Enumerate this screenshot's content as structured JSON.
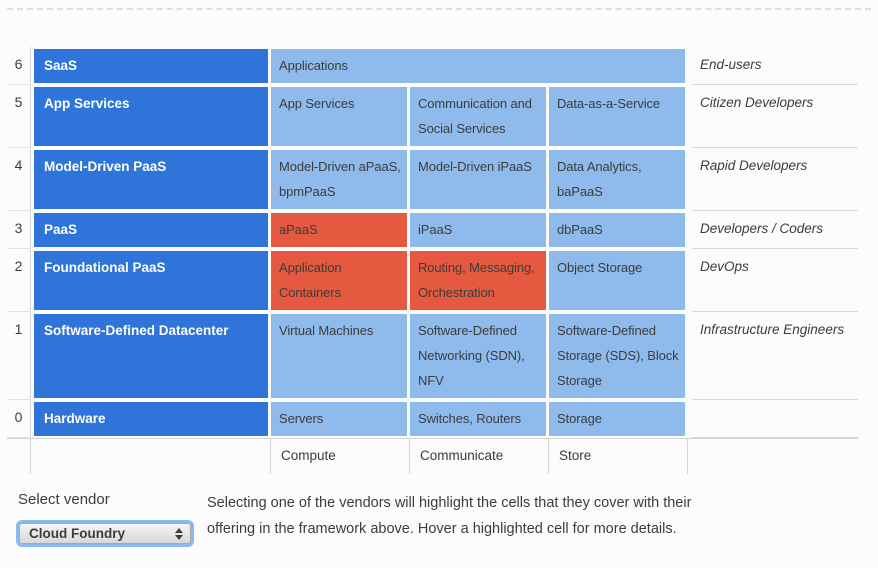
{
  "colors": {
    "layer-blue": "#2e74d9",
    "cell-blue": "#8fbbec",
    "highlight-red": "#e4593f",
    "focus-ring": "#8cb9ef",
    "border-gray": "#d4d4d4"
  },
  "table": {
    "columns": [
      "Compute",
      "Communicate",
      "Store"
    ],
    "rows": [
      {
        "level": "6",
        "layer": "SaaS",
        "cells": [
          {
            "text": "Applications",
            "span": 3
          }
        ],
        "user": "End-users"
      },
      {
        "level": "5",
        "layer": "App Services",
        "cells": [
          {
            "text": "App Services"
          },
          {
            "text": "Communication and Social Services"
          },
          {
            "text": "Data-as-a-Service"
          }
        ],
        "user": "Citizen Developers"
      },
      {
        "level": "4",
        "layer": "Model-Driven PaaS",
        "cells": [
          {
            "text": "Model-Driven aPaaS, bpmPaaS"
          },
          {
            "text": "Model-Driven iPaaS"
          },
          {
            "text": "Data Analytics, baPaaS"
          }
        ],
        "user": "Rapid Developers"
      },
      {
        "level": "3",
        "layer": "PaaS",
        "cells": [
          {
            "text": "aPaaS",
            "highlight": true
          },
          {
            "text": "iPaaS"
          },
          {
            "text": "dbPaaS"
          }
        ],
        "user": "Developers / Coders"
      },
      {
        "level": "2",
        "layer": "Foundational PaaS",
        "cells": [
          {
            "text": "Application Containers",
            "highlight": true
          },
          {
            "text": "Routing, Messaging, Orchestration",
            "highlight": true
          },
          {
            "text": "Object Storage"
          }
        ],
        "user": "DevOps"
      },
      {
        "level": "1",
        "layer": "Software-Defined Datacenter",
        "cells": [
          {
            "text": "Virtual Machines"
          },
          {
            "text": "Software-Defined Networking (SDN), NFV"
          },
          {
            "text": "Software-Defined Storage (SDS), Block Storage"
          }
        ],
        "user": "Infrastructure Engineers"
      },
      {
        "level": "0",
        "layer": "Hardware",
        "cells": [
          {
            "text": "Servers"
          },
          {
            "text": "Switches, Routers"
          },
          {
            "text": "Storage"
          }
        ],
        "user": ""
      }
    ]
  },
  "vendor": {
    "label": "Select vendor",
    "selected": "Cloud Foundry",
    "description": "Selecting one of the vendors will highlight the cells that they cover with their offering in the framework above. Hover a highlighted cell for more details."
  }
}
